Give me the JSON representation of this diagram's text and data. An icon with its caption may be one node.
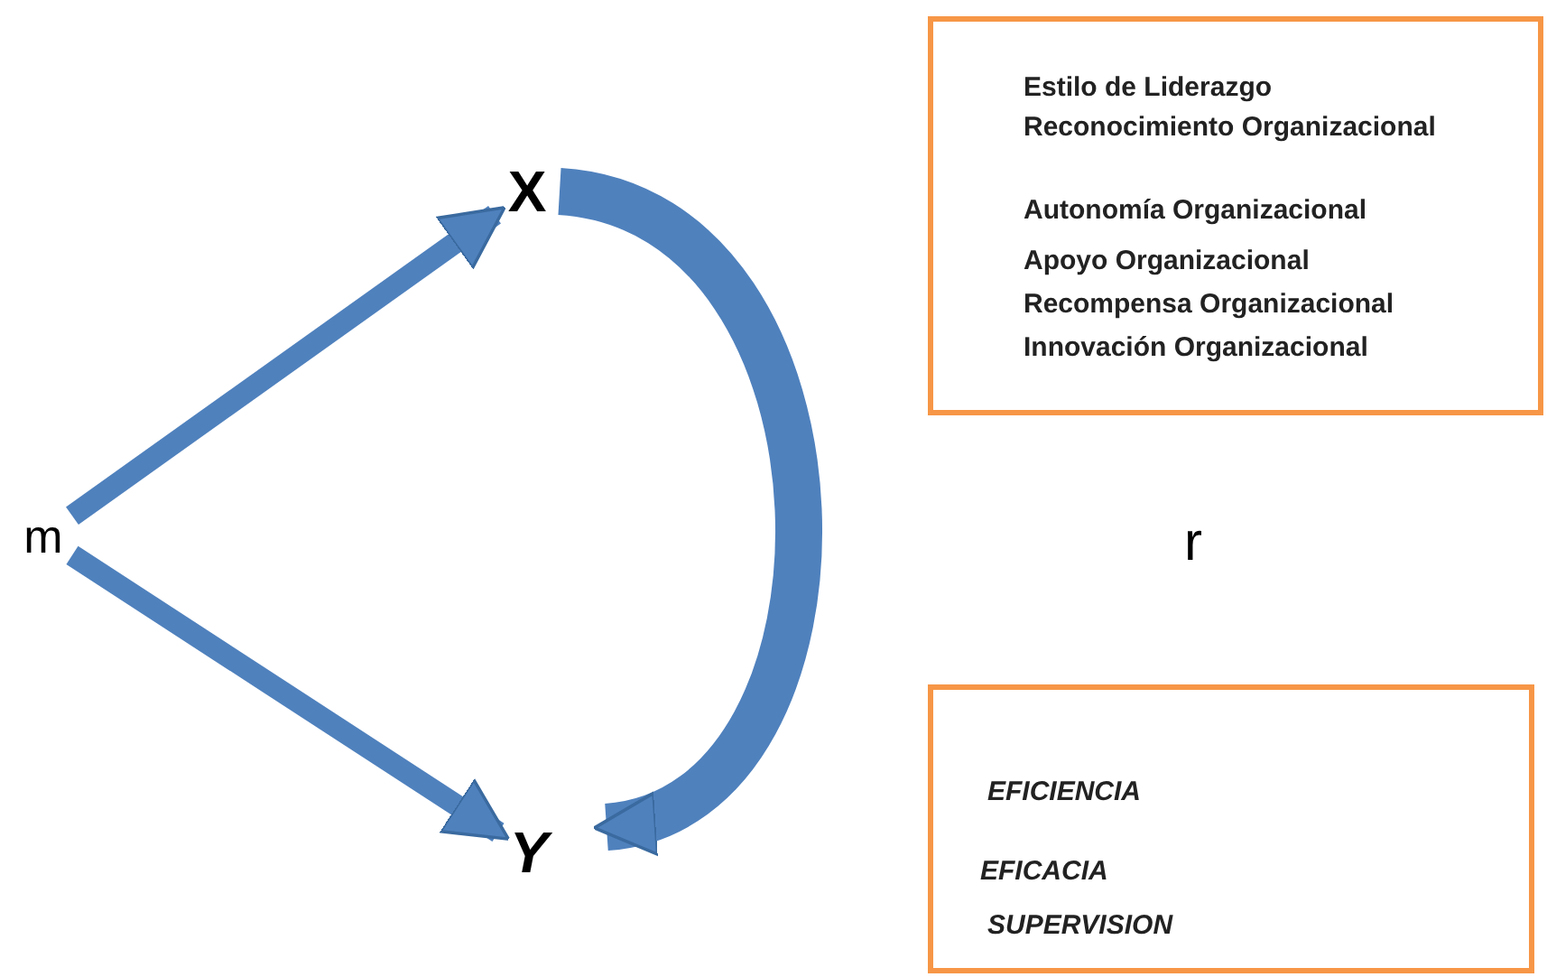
{
  "diagram": {
    "nodes": [
      {
        "text": [
          "m"
        ]
      },
      {
        "text": [
          "X"
        ]
      },
      {
        "text": [
          "Y"
        ]
      },
      {
        "text": [
          "Estilo de Liderazgo",
          "Reconocimiento Organizacional",
          "Autonomía Organizacional",
          "Apoyo Organizacional",
          "Recompensa Organizacional",
          "Innovación Organizacional"
        ]
      },
      {
        "text": [
          "EFICIENCIA",
          "EFICACIA",
          "SUPERVISION"
        ]
      }
    ],
    "edges": [
      {
        "from": 0,
        "to": 1,
        "arrow": "to"
      },
      {
        "from": 0,
        "to": 2,
        "arrow": "to"
      },
      {
        "from": 1,
        "to": 2,
        "arrow": "to",
        "style": "thick"
      }
    ],
    "labels": [
      "r"
    ]
  }
}
